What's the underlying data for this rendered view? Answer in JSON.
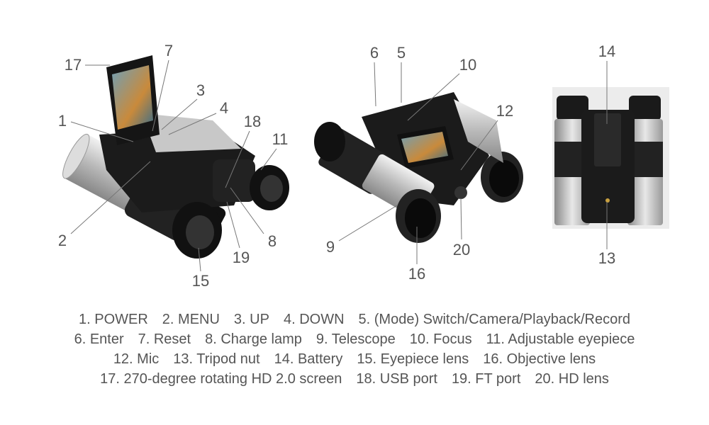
{
  "callouts": [
    "1",
    "2",
    "3",
    "4",
    "5",
    "6",
    "7",
    "8",
    "9",
    "10",
    "11",
    "12",
    "13",
    "14",
    "15",
    "16",
    "17",
    "18",
    "19",
    "20"
  ],
  "legend": [
    [
      "1. POWER",
      "2. MENU",
      "3. UP",
      "4. DOWN",
      "5. (Mode) Switch/Camera/Playback/Record"
    ],
    [
      "6. Enter",
      "7. Reset",
      "8. Charge lamp",
      "9. Telescope",
      "10. Focus",
      "11. Adjustable eyepiece"
    ],
    [
      "12. Mic",
      "13. Tripod nut",
      "14. Battery",
      "15. Eyepiece lens",
      "16. Objective lens"
    ],
    [
      "17. 270-degree rotating HD 2.0 screen",
      "18. USB port",
      "19. FT port",
      "20. HD lens"
    ]
  ],
  "colors": {
    "text": "#555555",
    "body": "#1e1e1e",
    "silver": "#c8c8c8"
  }
}
